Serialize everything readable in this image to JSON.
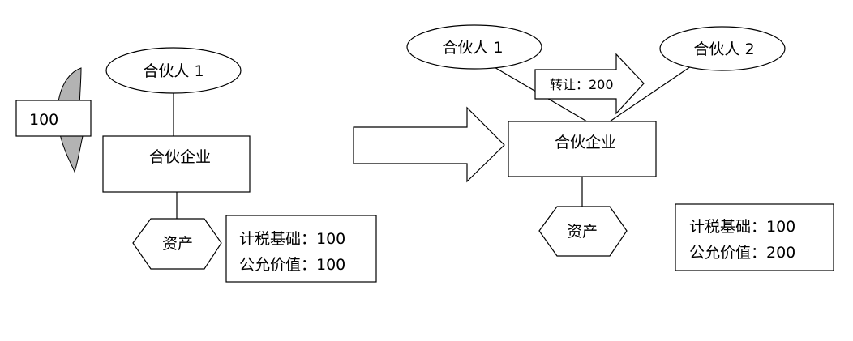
{
  "colors": {
    "stroke": "#000000",
    "fill": "#ffffff",
    "curved_arrow_fill": "#b3b3b3"
  },
  "left": {
    "partner": "合伙人 1",
    "distribution_amount": "100",
    "enterprise": "合伙企业",
    "asset": "资产",
    "info": {
      "tax_basis": "计税基础：100",
      "fair_value": "公允价值：100"
    }
  },
  "right": {
    "partner_1": "合伙人 1",
    "partner_2": "合伙人 2",
    "transfer": "转让：200",
    "enterprise": "合伙企业",
    "asset": "资产",
    "info": {
      "tax_basis": "计税基础：100",
      "fair_value": "公允价值：200"
    }
  },
  "icons": {
    "curved_arrow": "curved-arrow-icon",
    "big_arrow": "right-arrow-icon",
    "transfer_arrow": "right-arrow-icon"
  }
}
